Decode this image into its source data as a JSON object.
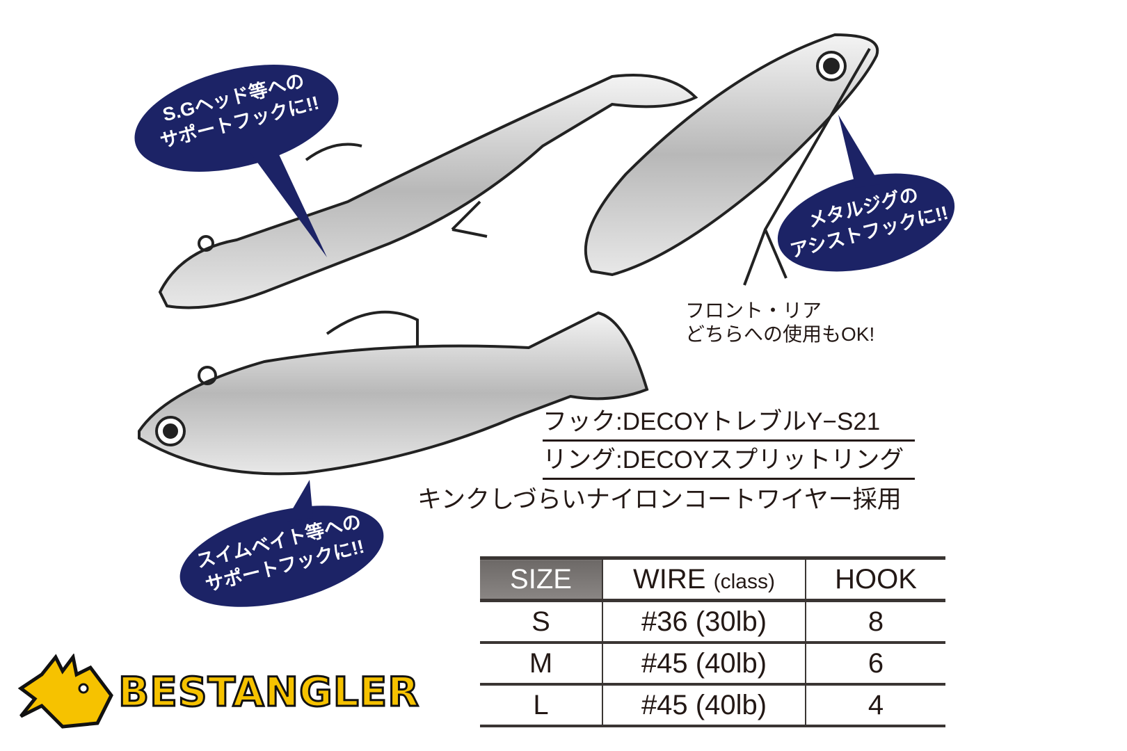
{
  "callouts": {
    "sg_head": [
      "S.Gヘッド等への",
      "サポートフックに!!"
    ],
    "metal_jig": [
      "メタルジグの",
      "アシストフックに!!"
    ],
    "swimbait": [
      "スイムベイト等への",
      "サポートフックに!!"
    ]
  },
  "usage_note": [
    "フロント・リア",
    "どちらへの使用もOK!"
  ],
  "specs": {
    "hook": "フック:DECOYトレブルY−S21",
    "ring": "リング:DECOYスプリットリング",
    "wire": "キンクしづらいナイロンコートワイヤー採用"
  },
  "table": {
    "headers": {
      "size": "SIZE",
      "wire": "WIRE",
      "wire_unit": "(class)",
      "hook": "HOOK"
    },
    "rows": [
      {
        "size": "S",
        "wire": "#36 (30lb)",
        "hook": "8"
      },
      {
        "size": "M",
        "wire": "#45 (40lb)",
        "hook": "6"
      },
      {
        "size": "L",
        "wire": "#45 (40lb)",
        "hook": "4"
      }
    ]
  },
  "watermark": "BESTANGLER",
  "colors": {
    "bubble": "#1c2366",
    "watermark": "#f6c200",
    "ink": "#231815"
  }
}
